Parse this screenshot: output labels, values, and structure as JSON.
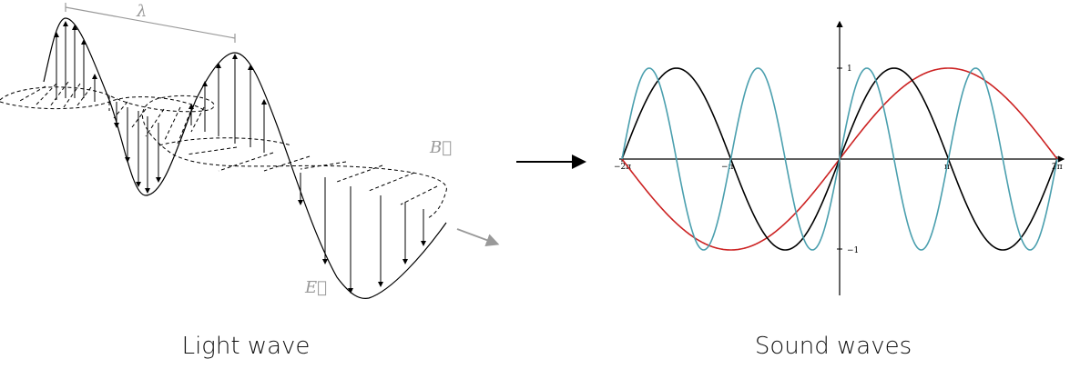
{
  "light_panel": {
    "caption": "Light wave",
    "wavelength_symbol": "λ",
    "b_field_label": "B⃗",
    "e_field_label": "E⃗"
  },
  "sound_panel": {
    "caption": "Sound waves",
    "ticks": {
      "x_neg_2pi": "−2π",
      "x_neg_pi": "−π",
      "x_pi": "π",
      "x_2pi": "2π",
      "y_pos_1": "1",
      "y_neg_1": "−1"
    }
  },
  "colors": {
    "curve_black": "#000000",
    "curve_red": "#cc2222",
    "curve_teal": "#4a9fae",
    "annotation_gray": "#999999"
  },
  "chart_data": {
    "type": "line",
    "x_range": [
      -6.2832,
      6.2832
    ],
    "y_range": [
      -1,
      1
    ],
    "series": [
      {
        "expression": "sin(x)",
        "color": "#000000",
        "frequency": 1
      },
      {
        "expression": "sin(x/2)",
        "color": "#cc2222",
        "frequency": 0.5
      },
      {
        "expression": "sin(2x)",
        "color": "#4a9fae",
        "frequency": 2
      }
    ],
    "x_ticks": [
      "−2π",
      "−π",
      "π",
      "2π"
    ],
    "y_ticks": [
      "1",
      "−1"
    ]
  }
}
